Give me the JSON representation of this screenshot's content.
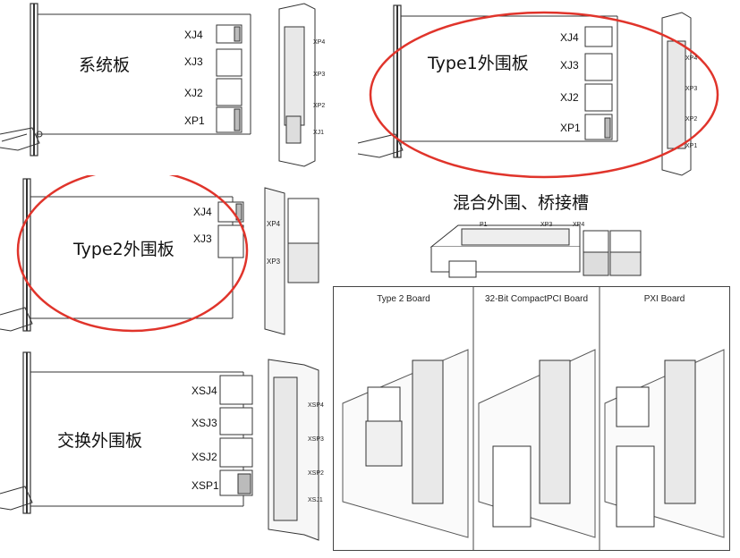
{
  "panels": {
    "system_board": {
      "title": "系统板",
      "connectors": [
        "XJ4",
        "XJ3",
        "XJ2",
        "XP1"
      ],
      "side_labels": [
        "XP4",
        "XP3",
        "XP2",
        "XJ1"
      ]
    },
    "type1_board": {
      "title": "Type1外围板",
      "connectors": [
        "XJ4",
        "XJ3",
        "XJ2",
        "XP1"
      ],
      "side_labels": [
        "XP4",
        "XP3",
        "XP2",
        "XP1"
      ]
    },
    "type2_board": {
      "title": "Type2外围板",
      "connectors": [
        "XJ4",
        "XJ3"
      ],
      "side_labels": [
        "XP4",
        "XP3"
      ]
    },
    "hybrid_slot": {
      "title": "混合外围、桥接槽",
      "connector_labels": [
        "P1",
        "XP3",
        "XP4"
      ]
    },
    "switch_board": {
      "title": "交换外围板",
      "connectors": [
        "XSJ4",
        "XSJ3",
        "XSJ2",
        "XSP1"
      ],
      "side_labels": [
        "XSP4",
        "XSP3",
        "XSP2",
        "XSJ1"
      ]
    },
    "comparison": {
      "labels": [
        "Type 2 Board",
        "32-Bit CompactPCI Board",
        "PXI Board"
      ]
    }
  },
  "colors": {
    "highlight_ellipse": "#e0342b",
    "line": "#333333"
  }
}
